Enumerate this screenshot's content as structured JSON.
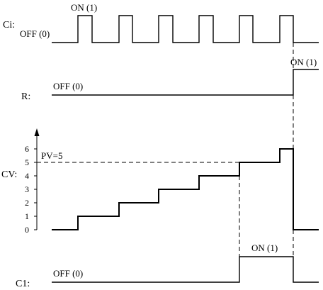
{
  "rows": {
    "ci": {
      "label": "Ci:",
      "on_label": "ON (1)",
      "off_label": "OFF (0)"
    },
    "r": {
      "label": "R:",
      "on_label": "ON (1)",
      "off_label": "OFF (0)"
    },
    "cv": {
      "label": "CV:",
      "preset_label": "PV=5",
      "ticks": [
        "0",
        "1",
        "2",
        "3",
        "4",
        "5",
        "6"
      ]
    },
    "c1": {
      "label": "C1:",
      "on_label": "ON (1)",
      "off_label": "OFF (0)"
    }
  }
}
